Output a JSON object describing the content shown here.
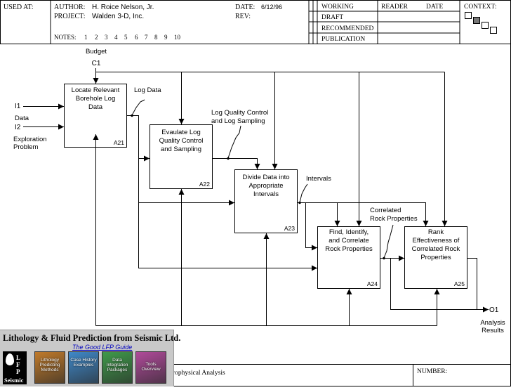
{
  "header": {
    "used_at": "USED AT:",
    "author_label": "AUTHOR:",
    "author": "H. Roice Nelson, Jr.",
    "project_label": "PROJECT:",
    "project": "Walden 3-D, Inc.",
    "date_label": "DATE:",
    "date": "6/12/96",
    "rev_label": "REV:",
    "notes_label": "NOTES:",
    "notes": [
      "1",
      "2",
      "3",
      "4",
      "5",
      "6",
      "7",
      "8",
      "9",
      "10"
    ],
    "status": [
      "WORKING",
      "DRAFT",
      "RECOMMENDED",
      "PUBLICATION"
    ],
    "reader_label": "READER",
    "reader_date_label": "DATE",
    "context_label": "CONTEXT:"
  },
  "diagram": {
    "activities": [
      {
        "id": "A21",
        "lines": [
          "Locate Relevant",
          "Borehole Log",
          "Data"
        ]
      },
      {
        "id": "A22",
        "lines": [
          "Evaulate Log",
          "Quality Control",
          "and Sampling"
        ]
      },
      {
        "id": "A23",
        "lines": [
          "Divide Data into",
          "Appropriate",
          "Intervals"
        ]
      },
      {
        "id": "A24",
        "lines": [
          "Find, Identify,",
          "and Correlate",
          "Rock Properties"
        ]
      },
      {
        "id": "A25",
        "lines": [
          "Rank",
          "Effectiveness of",
          "Correlated Rock",
          "Properties"
        ]
      }
    ],
    "control": {
      "code": "C1",
      "label": "Budget"
    },
    "inputs": [
      {
        "code": "I1",
        "label": "Data"
      },
      {
        "code": "I2",
        "label": "Exploration Problem"
      }
    ],
    "output": {
      "code": "O1",
      "label_lines": [
        "Analysis",
        "Results"
      ]
    },
    "arrow_labels": {
      "log_data": "Log Data",
      "lqc": [
        "Log Quality Control",
        "and Log Sampling"
      ],
      "intervals": "Intervals",
      "correlated": [
        "Correlated",
        "Rock Properties"
      ]
    }
  },
  "footer": {
    "title_fragment": "rophysical  Analysis",
    "number_label": "NUMBER:"
  },
  "logo": {
    "title": "Lithology & Fluid Prediction from Seismic Ltd.",
    "subtitle": "The Good LFP Guide",
    "mark_letters": [
      "L",
      "F",
      "P"
    ],
    "mark_word": "Seismic",
    "tiles": [
      {
        "label": "Lithology Predicting Methods",
        "color": "#c07a2a"
      },
      {
        "label": "Case History Examples",
        "color": "#3f88c8"
      },
      {
        "label": "Data Integration Packages",
        "color": "#3f9a4a"
      },
      {
        "label": "Tools Overview",
        "color": "#b04a9a"
      }
    ]
  },
  "colors": {
    "line": "#000000",
    "logo_bg": "#c9c9c9",
    "link": "#0000c0"
  }
}
